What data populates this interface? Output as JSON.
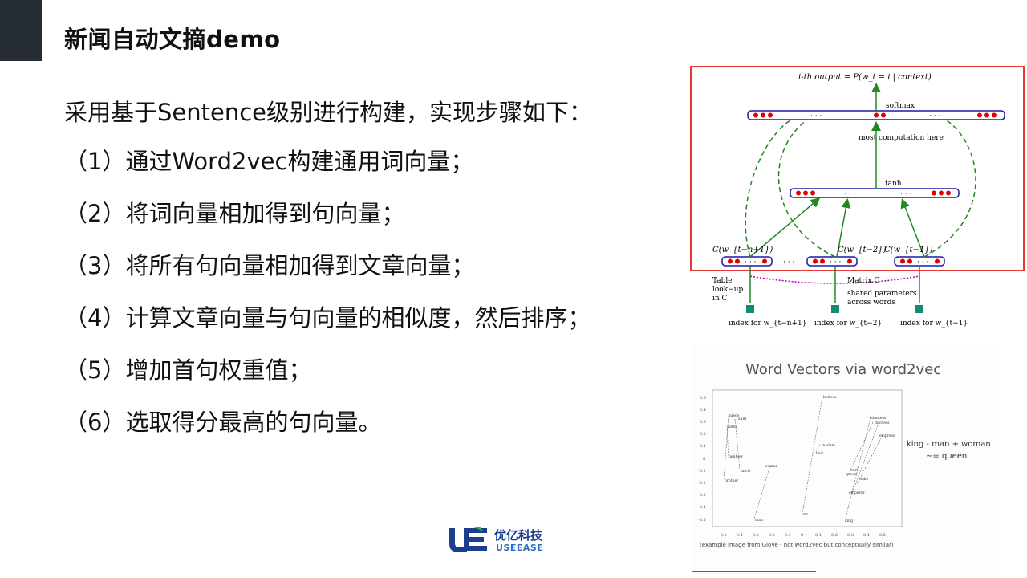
{
  "slide": {
    "title": "新闻自动文摘demo",
    "intro": "采用基于Sentence级别进行构建，实现步骤如下：",
    "steps": [
      "（1）通过Word2vec构建通用词向量；",
      "（2）将词向量相加得到句向量；",
      "（3）将所有句向量相加得到文章向量；",
      "（4）计算文章向量与句向量的相似度，然后排序；",
      "（5）增加首句权重值；",
      "（6）选取得分最高的句向量。"
    ]
  },
  "logo": {
    "name_cn": "优亿科技",
    "name_en": "USEEASE"
  },
  "nn_diagram": {
    "output_label": "i-th output = P(w_t = i | context)",
    "softmax_label": "softmax",
    "computation_label": "most computation here",
    "tanh_label": "tanh",
    "c1": "C(w_{t−n+1})",
    "c2": "C(w_{t−2})",
    "c3": "C(w_{t−1})",
    "table_lookup": [
      "Table",
      "look−up",
      "in C"
    ],
    "matrix_label": "Matrix C",
    "shared_params": [
      "shared parameters",
      "across words"
    ],
    "index1": "index for w_{t−n+1}",
    "index2": "index for w_{t−2}",
    "index3": "index for w_{t−1}",
    "dots": "· · ·",
    "colors": {
      "frame": "#e53935",
      "layer": "#1a1aa6",
      "neuron": "#e00000",
      "arrow": "#1f8a1f",
      "dashed": "#1f8a1f",
      "shared": "#b000b0",
      "index_box": "#138a72"
    }
  },
  "w2v_panel": {
    "title": "Word Vectors via word2vec",
    "yticks": [
      "0.5",
      "0.4",
      "0.3",
      "0.2",
      "0.1",
      "0",
      "-0.1",
      "-0.2",
      "-0.3",
      "-0.4",
      "-0.5"
    ],
    "xticks": [
      "-0.5",
      "-0.4",
      "-0.3",
      "-0.2",
      "-0.1",
      "0",
      "0.1",
      "0.2",
      "0.3",
      "0.4",
      "0.5"
    ],
    "words": [
      "niece",
      "aunt",
      "sister",
      "nephew",
      "uncle",
      "brother",
      "woman",
      "man",
      "heiress",
      "madam",
      "heir",
      "sir",
      "countess",
      "duchess",
      "empress",
      "earl",
      "queen",
      "duke",
      "emperor",
      "king"
    ],
    "equation": [
      "king - man + woman",
      "~= queen"
    ],
    "caption": "(example image from GloVe - not word2vec but conceptually similar)"
  }
}
